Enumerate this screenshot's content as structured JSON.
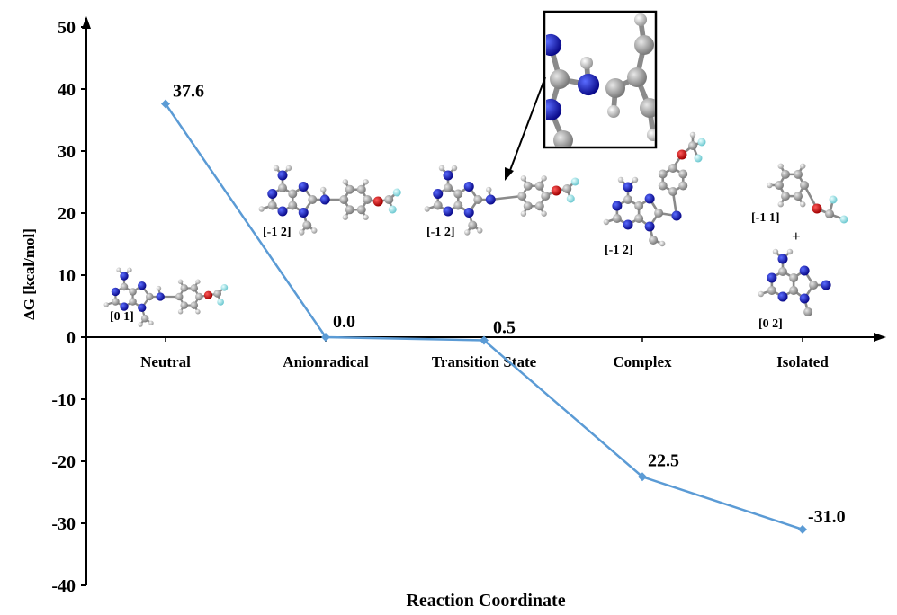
{
  "chart_data": {
    "type": "line",
    "xlabel": "Reaction Coordinate",
    "ylabel": "ΔG [kcal/mol]",
    "ylim": [
      -40,
      50
    ],
    "yticks": [
      50,
      40,
      30,
      20,
      10,
      0,
      -10,
      -20,
      -30,
      -40
    ],
    "categories": [
      "Neutral",
      "Anionradical",
      "Transition State",
      "Complex",
      "Isolated"
    ],
    "series": [
      {
        "values": [
          37.6,
          0.0,
          -0.5,
          -22.5,
          -31.0
        ],
        "color": "#5B9BD5"
      }
    ],
    "data_labels": [
      "37.6",
      "0.0",
      "0.5",
      "22.5",
      "-31.0"
    ],
    "grid": false,
    "structure_labels": {
      "neutral": "[0 1]",
      "anionradical": "[-1 2]",
      "transition_state": "[-1 2]",
      "complex": "[-1 2]",
      "isolated_top": "[-1 1]",
      "isolated_plus": "+",
      "isolated_bottom": "[0 2]"
    }
  }
}
